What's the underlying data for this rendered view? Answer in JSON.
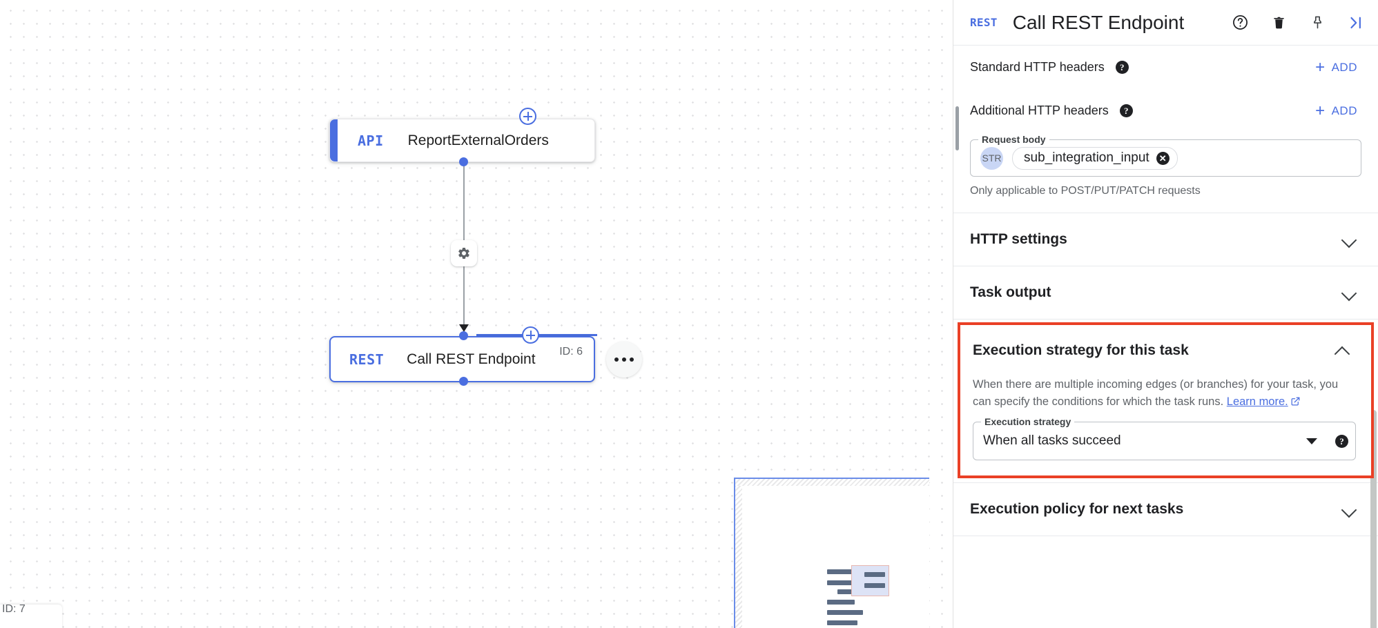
{
  "canvas": {
    "nodes": [
      {
        "kind": "API",
        "title": "ReportExternalOrders",
        "id_label": ""
      },
      {
        "kind": "REST",
        "title": "Call REST Endpoint",
        "id_label": "ID: 6"
      }
    ],
    "edge_icon": "gear-icon",
    "add_node_icon": "plus-circle-icon",
    "node_menu_icon": "more-options-icon",
    "clipped_label": "ID: 7",
    "minimap": {
      "present": true
    }
  },
  "panel": {
    "header": {
      "kind_badge": "REST",
      "title": "Call REST Endpoint",
      "actions": [
        {
          "name": "help-icon",
          "label": "Help"
        },
        {
          "name": "trash-icon",
          "label": "Delete"
        },
        {
          "name": "pin-icon",
          "label": "Pin"
        },
        {
          "name": "collapse-icon",
          "label": "Collapse panel"
        }
      ]
    },
    "standard_headers": {
      "label": "Standard HTTP headers",
      "help_icon": "help-filled-icon",
      "add_label": "ADD"
    },
    "additional_headers": {
      "label": "Additional HTTP headers",
      "help_icon": "help-filled-icon",
      "add_label": "ADD"
    },
    "request_body": {
      "legend": "Request body",
      "type_badge": "STR",
      "chip_value": "sub_integration_input",
      "clear_icon": "clear-icon",
      "helper_text": "Only applicable to POST/PUT/PATCH requests"
    },
    "sections": [
      {
        "title": "HTTP settings",
        "expanded": false
      },
      {
        "title": "Task output",
        "expanded": false
      }
    ],
    "execution_strategy": {
      "title": "Execution strategy for this task",
      "expanded": true,
      "highlight_color": "#ea4026",
      "description_part1": "When there are multiple incoming edges (or branches) for your task, you can specify the conditions for which the task runs.",
      "link_text": "Learn more.",
      "field_legend": "Execution strategy",
      "selected_value": "When all tasks succeed",
      "help_icon": "help-filled-icon",
      "dropdown_icon": "caret-down-icon"
    },
    "execution_policy": {
      "title": "Execution policy for next tasks",
      "expanded": false
    },
    "accent_color": "#4a6ee0"
  }
}
